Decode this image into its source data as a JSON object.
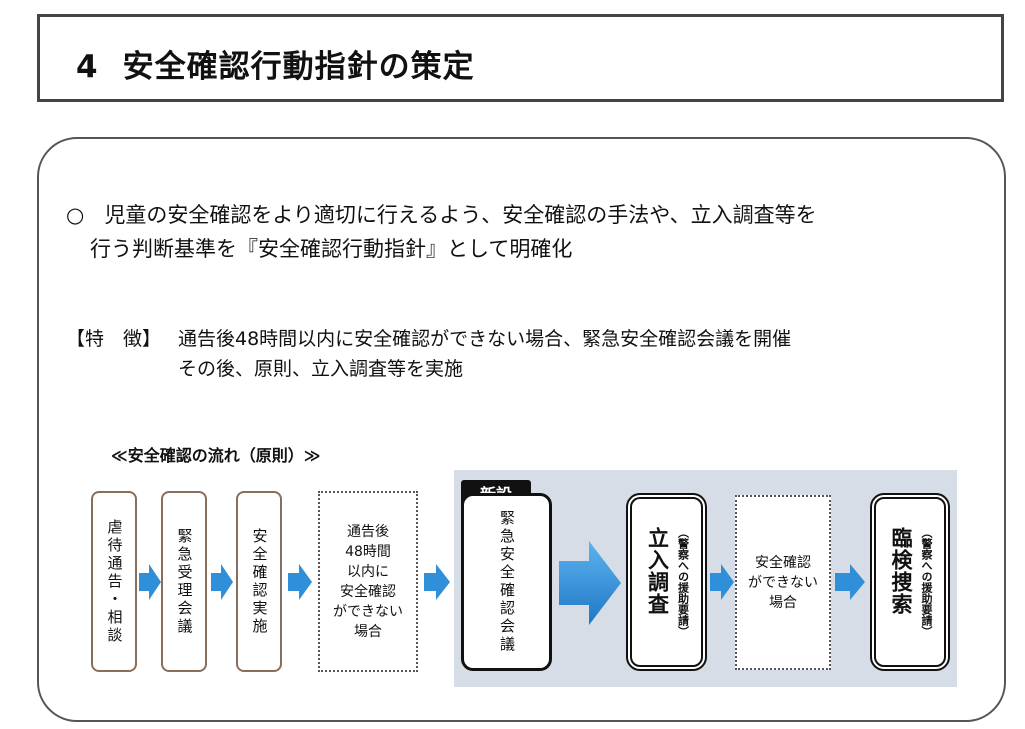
{
  "header": {
    "number": "4",
    "title": "安全確認行動指針の策定"
  },
  "summary": {
    "bullet": "○",
    "line1": "児童の安全確認をより適切に行えるよう、安全確認の手法や、立入調査等を",
    "line2": "行う判断基準を『安全確認行動指針』として明確化"
  },
  "feature": {
    "label": "【特　徴】",
    "line1": "通告後48時間以内に安全確認ができない場合、緊急安全確認会議を開催",
    "line2": "その後、原則、立入調査等を実施"
  },
  "flow": {
    "title": "≪安全確認の流れ（原則）≫",
    "badge": "新設",
    "steps": {
      "s1": "虐待通告・相談",
      "s2": "緊急受理会議",
      "s3": "安全確認実施",
      "s4": [
        "通告後",
        "48時間",
        "以内に",
        "安全確認",
        "ができない",
        "場合"
      ],
      "s5": "緊急安全確認会議",
      "s6_main": "立入調査",
      "s6_sub": "（警察への援助要請）",
      "s7": [
        "安全確認",
        "ができない",
        "場合"
      ],
      "s8_main": "臨検捜索",
      "s8_sub": "（警察への援助要請）"
    },
    "colors": {
      "arrow": "#2f8fd8",
      "bg": "#d6dde6"
    }
  }
}
